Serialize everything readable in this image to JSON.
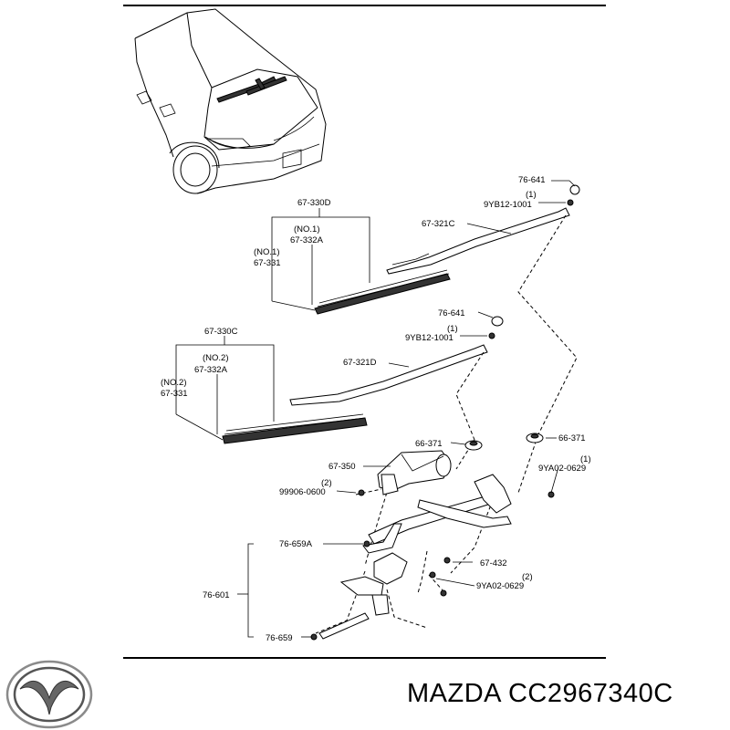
{
  "callouts": {
    "cap_top": "76-641",
    "nut_top_qty": "(1)",
    "nut_top": "9YB12-1001",
    "arm_top": "67-321C",
    "blade_set_top": "67-330D",
    "rubber_top_qty": "(NO.1)",
    "rubber_top": "67-332A",
    "blade_top_qty": "(NO.1)",
    "blade_top": "67-331",
    "cap_mid": "76-641",
    "nut_mid_qty": "(1)",
    "nut_mid": "9YB12-1001",
    "arm_mid": "67-321D",
    "blade_set_mid": "67-330C",
    "rubber_mid_qty": "(NO.2)",
    "rubber_mid": "67-332A",
    "blade_mid_qty": "(NO.2)",
    "blade_mid": "67-331",
    "seal_left": "66-371",
    "seal_right": "66-371",
    "motor": "67-350",
    "bolt_left_qty": "(2)",
    "bolt_left": "99906-0600",
    "bolt_right_qty": "(1)",
    "bolt_right": "9YA02-0629",
    "link_a": "76-659A",
    "linkage": "76-601",
    "link_b": "76-659",
    "nut_small": "67-432",
    "bolt_bottom_qty": "(2)",
    "bolt_bottom": "9YA02-0629"
  },
  "footer": {
    "brand_part": "MAZDA CC2967340C",
    "logo_icon": "mazda-logo-icon"
  }
}
